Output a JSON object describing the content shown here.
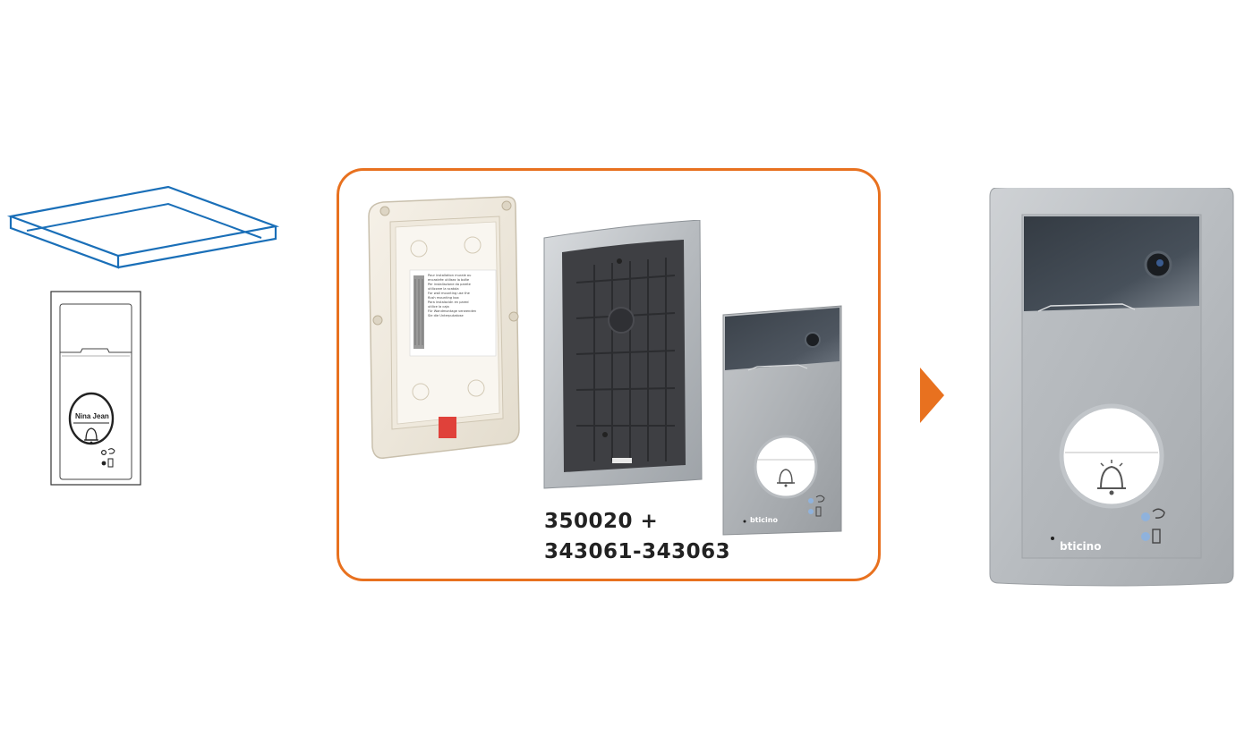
{
  "installation_sketch": {
    "name_tag": "Nina Jean",
    "line_color": "#1a6fb8"
  },
  "kit": {
    "frame_color": "#e8711f",
    "part_codes": {
      "line1": "350020 +",
      "line2": "343061-343063"
    },
    "sticker_lines": [
      "Pour installation murale ou",
      "encastrée utilisez la boîte",
      "Per installazione da parete",
      "utilizzare la scatola",
      "For wall mounting use the",
      "flush mounting box",
      "Para instalación en pared",
      "utilice la caja",
      "Für Wandmontage verwenden",
      "Sie die Unterputzdose"
    ],
    "panel_brand": "bticino"
  },
  "arrow": {
    "color": "#e8711f"
  },
  "result": {
    "panel_brand": "bticino"
  },
  "icons": [
    "bell-icon",
    "speech-icon",
    "door-icon",
    "arrow-right-icon"
  ]
}
